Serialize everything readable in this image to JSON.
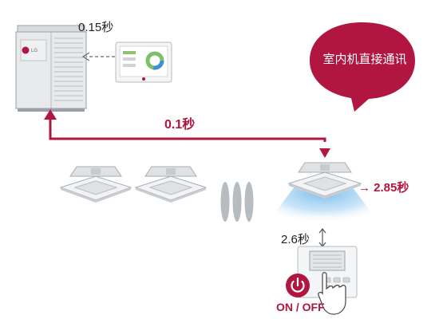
{
  "timings": {
    "controller_to_outdoor": "0.15秒",
    "outdoor_to_indoor": "0.1秒",
    "indoor_response": "→ 2.85秒",
    "remote_to_indoor": "2.6秒"
  },
  "bubble": {
    "text": "室内机直接通讯"
  },
  "remote": {
    "power_label": "ON / OFF"
  },
  "brand": {
    "logo_text": "LG"
  },
  "colors": {
    "accent": "#b0163f",
    "airflow": "#6fb8ea",
    "unit_gray": "#cfd3d6"
  }
}
